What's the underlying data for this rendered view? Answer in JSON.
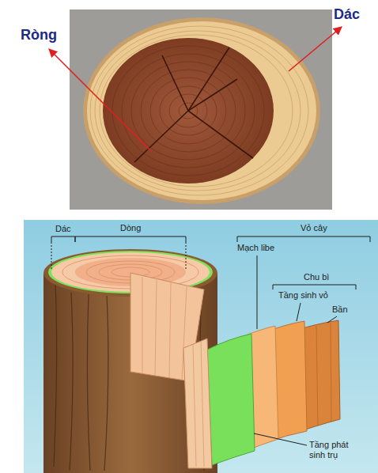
{
  "diagram": {
    "labels": [
      "Ròng",
      "Dác",
      "Dác",
      "Dòng",
      "Vỏ cây",
      "Mạch libe",
      "Chu bì",
      "Tầng sinh vỏ",
      "Bần",
      "Tầng phát sinh trụ"
    ]
  }
}
